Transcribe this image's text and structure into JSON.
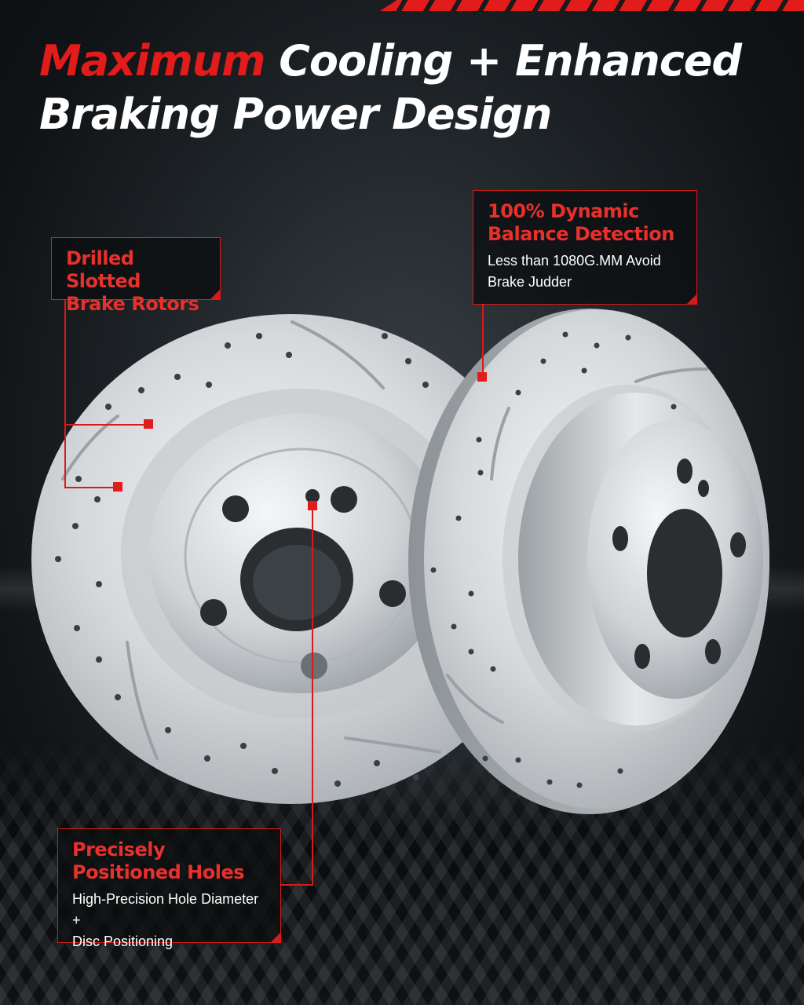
{
  "headline": {
    "highlight": "Maximum",
    "rest_line1": " Cooling + Enhanced",
    "line2": "Braking Power Design"
  },
  "callouts": {
    "rotors": {
      "title_line1": "Drilled Slotted",
      "title_line2": "Brake Rotors"
    },
    "balance": {
      "title_line1": "100% Dynamic",
      "title_line2": "Balance Detection",
      "desc_line1": "Less than 1080G.MM Avoid",
      "desc_line2": "Brake Judder"
    },
    "holes": {
      "title_line1": "Precisely",
      "title_line2": "Positioned Holes",
      "desc_line1": "High-Precision Hole Diameter +",
      "desc_line2": "Disc Positioning"
    }
  },
  "colors": {
    "accent_red": "#e21b1b",
    "background_dark": "#1f2428",
    "rotor_silver": "#d9dcdf"
  }
}
